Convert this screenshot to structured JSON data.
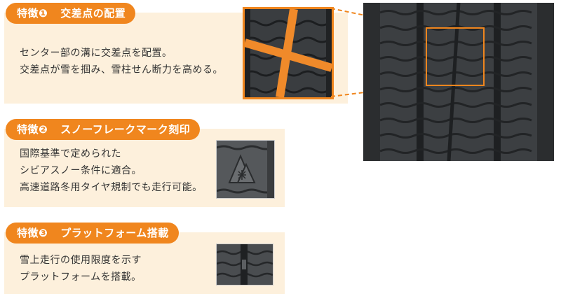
{
  "features": [
    {
      "badge": "特徴❶",
      "title": "交差点の配置",
      "lines": [
        "センター部の溝に交差点を配置。",
        "交差点が雪を掴み、雪柱せん断力を高める。"
      ]
    },
    {
      "badge": "特徴❷",
      "title": "スノーフレークマーク刻印",
      "lines": [
        "国際基準で定められた",
        "シビアスノー条件に適合。",
        "高速道路冬用タイヤ規制でも走行可能。"
      ]
    },
    {
      "badge": "特徴❸",
      "title": "プラットフォーム搭載",
      "lines": [
        "雪上走行の使用限度を示す",
        "プラットフォームを搭載。"
      ]
    }
  ],
  "colors": {
    "accent": "#f0861e",
    "panel": "#fdf0dc",
    "text": "#333333",
    "tread": "#3a3d40"
  }
}
